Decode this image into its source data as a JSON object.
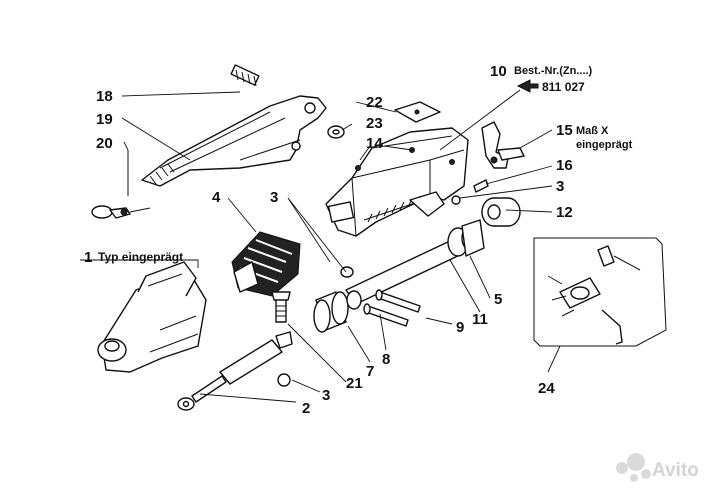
{
  "labels": {
    "n1": "1",
    "n1_note": "Typ eingeprägt",
    "n2": "2",
    "n3a": "3",
    "n3b": "3",
    "n3c": "3",
    "n4": "4",
    "n5": "5",
    "n7": "7",
    "n8": "8",
    "n9": "9",
    "n10": "10",
    "n10_note": "Best.-Nr.(Zn....)",
    "n10_order": "811 027",
    "n11": "11",
    "n12": "12",
    "n14": "14",
    "n15": "15",
    "n15_note1": "Maß X",
    "n15_note2": "eingeprägt",
    "n16": "16",
    "n18": "18",
    "n19": "19",
    "n20": "20",
    "n21": "21",
    "n22": "22",
    "n23": "23",
    "n24": "24"
  },
  "watermark": {
    "text": "Avito",
    "icon": "avito-logo-icon"
  },
  "icons": {
    "order_arrow": "arrow-left-icon"
  }
}
